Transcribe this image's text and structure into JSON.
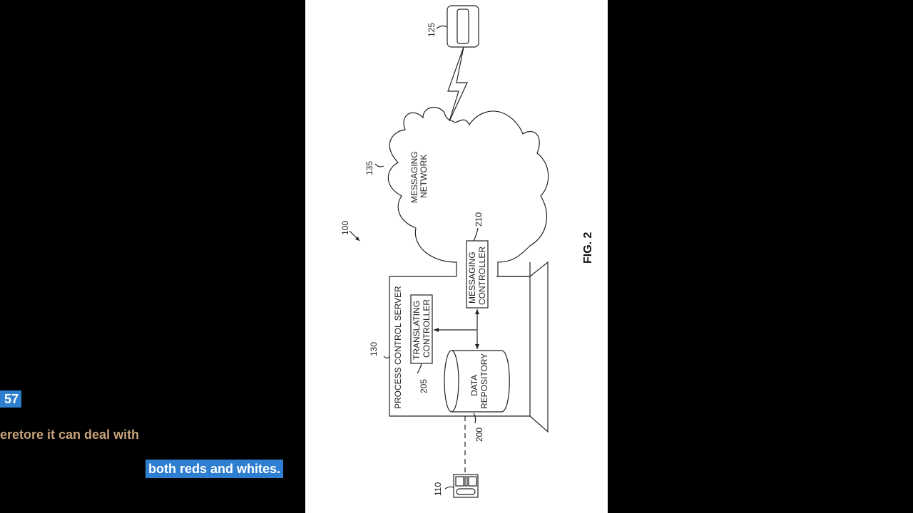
{
  "captions": {
    "line1": "57",
    "line2": "eretore it can deal with",
    "line3": "both reds and whites."
  },
  "figure": {
    "title": "FIG. 2",
    "system_ref": "100",
    "process_control_server": {
      "ref": "130",
      "label": "PROCESS CONTROL SERVER"
    },
    "translating_controller": {
      "ref": "205",
      "line1": "TRANSLATING",
      "line2": "CONTROLLER"
    },
    "messaging_controller": {
      "ref": "210",
      "line1": "MESSAGING",
      "line2": "CONTROLLER"
    },
    "data_repository": {
      "ref": "200",
      "line1": "DATA",
      "line2": "REPOSITORY"
    },
    "messaging_network": {
      "ref": "135",
      "line1": "MESSAGING",
      "line2": "NETWORK"
    },
    "mobile_device": {
      "ref": "125"
    },
    "field_device": {
      "ref": "110"
    }
  },
  "colors": {
    "caption_bg": "#2f7fd0",
    "page_bg": "#ffffff",
    "line": "#222222"
  }
}
